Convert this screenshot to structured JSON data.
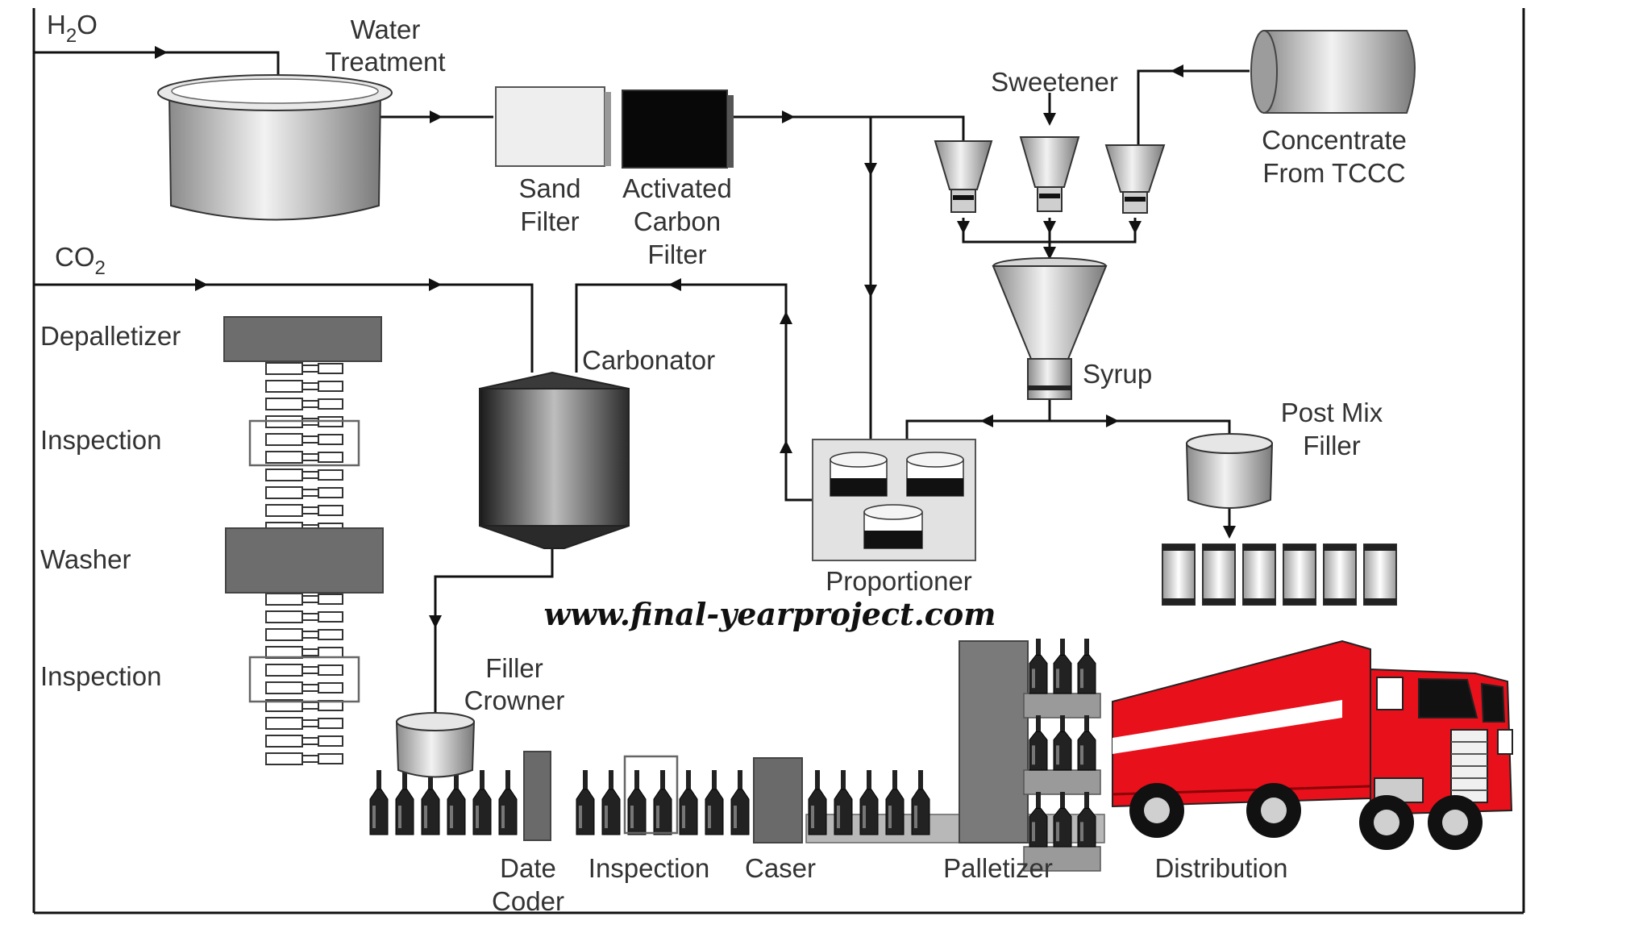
{
  "labels": {
    "water_h": "H",
    "water_sub": "2",
    "water_o": "O",
    "water_treatment_1": "Water",
    "water_treatment_2": "Treatment",
    "sand_1": "Sand",
    "sand_2": "Filter",
    "carbon_1": "Activated",
    "carbon_2": "Carbon",
    "carbon_3": "Filter",
    "sweetener": "Sweetener",
    "concentrate_1": "Concentrate",
    "concentrate_2": "From TCCC",
    "co2_main": "CO",
    "co2_sub": "2",
    "depalletizer": "Depalletizer",
    "inspection_1": "Inspection",
    "washer": "Washer",
    "inspection_2": "Inspection",
    "carbonator": "Carbonator",
    "syrup": "Syrup",
    "post_mix_1": "Post Mix",
    "post_mix_2": "Filler",
    "proportioner": "Proportioner",
    "filler_1": "Filler",
    "filler_2": "Crowner",
    "date_coder_1": "Date",
    "date_coder_2": "Coder",
    "inspection_3": "Inspection",
    "caser": "Caser",
    "palletizer": "Palletizer",
    "distribution": "Distribution"
  },
  "watermark": "www.final-yearproject.com",
  "colors": {
    "line": "#111111",
    "truck_red": "#e8101a",
    "machine_gray": "#6f6f6f",
    "bottle_dark": "#222222"
  }
}
